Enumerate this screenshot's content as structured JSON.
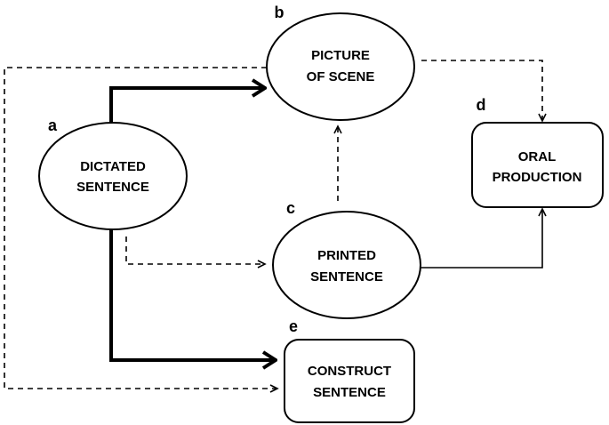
{
  "nodes": {
    "a": {
      "letter": "a",
      "lines": [
        "DICTATED",
        "SENTENCE"
      ]
    },
    "b": {
      "letter": "b",
      "lines": [
        "PICTURE",
        "OF SCENE"
      ]
    },
    "c": {
      "letter": "c",
      "lines": [
        "PRINTED",
        "SENTENCE"
      ]
    },
    "d": {
      "letter": "d",
      "lines": [
        "ORAL",
        "PRODUCTION"
      ]
    },
    "e": {
      "letter": "e",
      "lines": [
        "CONSTRUCT",
        "SENTENCE"
      ]
    }
  },
  "edges": [
    {
      "from": "a",
      "to": "b",
      "style": "solid-thick"
    },
    {
      "from": "a",
      "to": "e",
      "style": "solid-thick"
    },
    {
      "from": "a",
      "to": "c",
      "style": "dashed"
    },
    {
      "from": "b",
      "to": "d",
      "style": "dashed"
    },
    {
      "from": "b",
      "to": "e",
      "style": "dashed"
    },
    {
      "from": "c",
      "to": "b",
      "style": "dashed"
    },
    {
      "from": "c",
      "to": "d",
      "style": "solid-thin"
    }
  ]
}
